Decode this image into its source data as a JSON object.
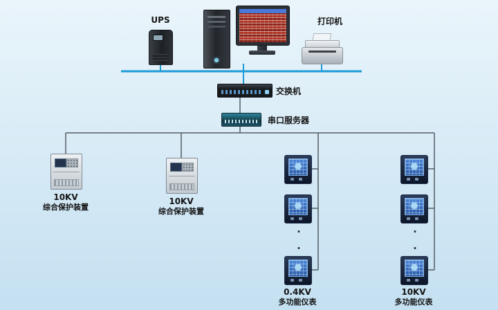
{
  "colors": {
    "bg_top": "#eaf5fb",
    "bg_bottom": "#c4e0f1",
    "backbone": "#1d9bd8",
    "wire": "#555c63",
    "label": "#141414",
    "meter_screen": "#4a86d8"
  },
  "nodes": {
    "ups": {
      "label": "UPS"
    },
    "printer": {
      "label": "打印机"
    },
    "switch": {
      "label": "交换机"
    },
    "serial_server": {
      "label": "串口服务器"
    },
    "protection_1": {
      "kv": "10KV",
      "name": "综合保护装置"
    },
    "protection_2": {
      "kv": "10KV",
      "name": "综合保护装置"
    },
    "meter_column_1": {
      "kv": "0.4KV",
      "name": "多功能仪表",
      "more": "···"
    },
    "meter_column_2": {
      "kv": "10KV",
      "name": "多功能仪表",
      "more": "···"
    }
  }
}
